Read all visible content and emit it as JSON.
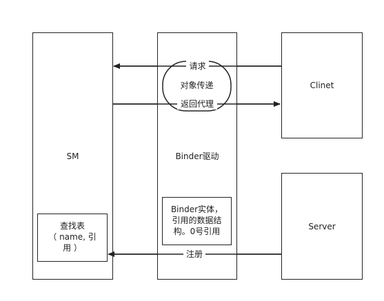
{
  "nodes": {
    "sm": {
      "label": "SM"
    },
    "binder": {
      "label": "Binder驱动"
    },
    "client": {
      "label": "Clinet"
    },
    "server": {
      "label": "Server"
    },
    "lookup_table": {
      "lines": [
        "查找表",
        "（ name, 引",
        "用 ）"
      ]
    },
    "binder_entity": {
      "lines": [
        "Binder实体，",
        "引用的数据结",
        "构。0号引用"
      ]
    }
  },
  "edges": {
    "request": {
      "label": "请求"
    },
    "transfer": {
      "label": "对象传递"
    },
    "return_proxy": {
      "label": "返回代理"
    },
    "register": {
      "label": "注册"
    }
  },
  "colors": {
    "stroke": "#222222",
    "background": "#ffffff"
  }
}
